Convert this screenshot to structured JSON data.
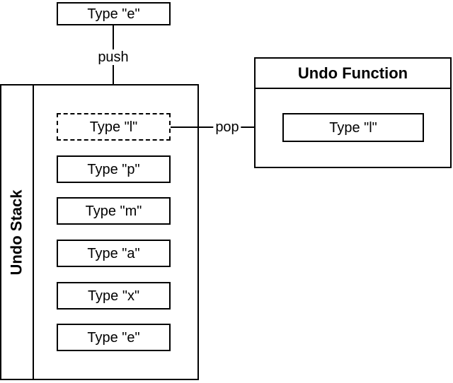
{
  "diagram": {
    "background_color": "#ffffff",
    "line_color": "#000000",
    "input_box": {
      "label": "Type \"e\""
    },
    "push_arrow": {
      "label": "push"
    },
    "pop_arrow": {
      "label": "pop"
    },
    "undo_stack": {
      "title": "Undo Stack",
      "items": [
        {
          "label": "Type \"l\"",
          "border": "dashed"
        },
        {
          "label": "Type \"p\"",
          "border": "solid"
        },
        {
          "label": "Type \"m\"",
          "border": "solid"
        },
        {
          "label": "Type \"a\"",
          "border": "solid"
        },
        {
          "label": "Type \"x\"",
          "border": "solid"
        },
        {
          "label": "Type \"e\"",
          "border": "solid"
        }
      ]
    },
    "undo_function": {
      "title": "Undo Function",
      "item": {
        "label": "Type \"l\""
      }
    }
  }
}
